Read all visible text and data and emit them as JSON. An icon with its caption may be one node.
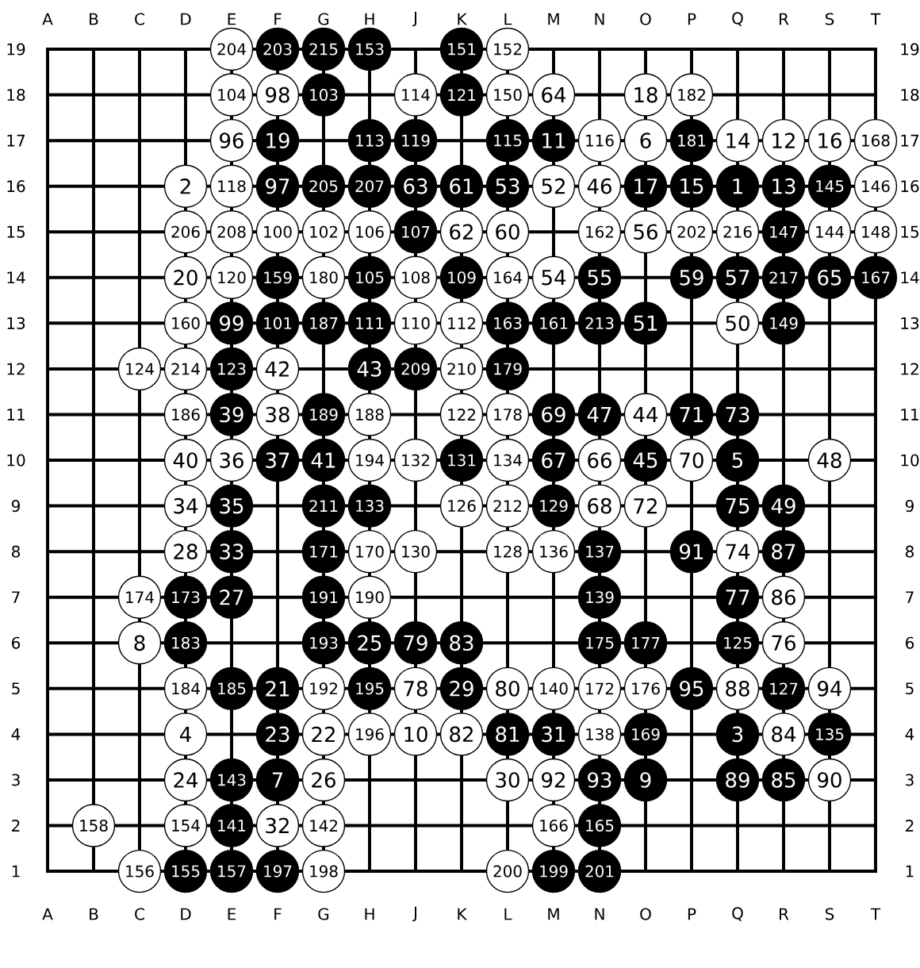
{
  "diagram": {
    "nodes": [
      {
        "text": [
          "204"
        ]
      },
      {
        "text": [
          "203"
        ]
      },
      {
        "text": [
          "215"
        ]
      },
      {
        "text": [
          "153"
        ]
      },
      {
        "text": [
          "151"
        ]
      },
      {
        "text": [
          "152"
        ]
      },
      {
        "text": [
          "104"
        ]
      },
      {
        "text": [
          "98"
        ]
      },
      {
        "text": [
          "103"
        ]
      },
      {
        "text": [
          "114"
        ]
      },
      {
        "text": [
          "121"
        ]
      },
      {
        "text": [
          "150"
        ]
      },
      {
        "text": [
          "64"
        ]
      },
      {
        "text": [
          "18"
        ]
      },
      {
        "text": [
          "182"
        ]
      },
      {
        "text": [
          "96"
        ]
      },
      {
        "text": [
          "19"
        ]
      },
      {
        "text": [
          "113"
        ]
      },
      {
        "text": [
          "119"
        ]
      },
      {
        "text": [
          "115"
        ]
      },
      {
        "text": [
          "11"
        ]
      },
      {
        "text": [
          "116"
        ]
      },
      {
        "text": [
          "6"
        ]
      },
      {
        "text": [
          "181"
        ]
      },
      {
        "text": [
          "14"
        ]
      },
      {
        "text": [
          "12"
        ]
      },
      {
        "text": [
          "16"
        ]
      },
      {
        "text": [
          "168"
        ]
      },
      {
        "text": [
          "2"
        ]
      },
      {
        "text": [
          "118"
        ]
      },
      {
        "text": [
          "97"
        ]
      },
      {
        "text": [
          "205"
        ]
      },
      {
        "text": [
          "207"
        ]
      },
      {
        "text": [
          "63"
        ]
      },
      {
        "text": [
          "61"
        ]
      },
      {
        "text": [
          "53"
        ]
      },
      {
        "text": [
          "52"
        ]
      },
      {
        "text": [
          "46"
        ]
      },
      {
        "text": [
          "17"
        ]
      },
      {
        "text": [
          "15"
        ]
      },
      {
        "text": [
          "1"
        ]
      },
      {
        "text": [
          "13"
        ]
      },
      {
        "text": [
          "145"
        ]
      },
      {
        "text": [
          "146"
        ]
      },
      {
        "text": [
          "206"
        ]
      },
      {
        "text": [
          "208"
        ]
      },
      {
        "text": [
          "100"
        ]
      },
      {
        "text": [
          "102"
        ]
      },
      {
        "text": [
          "106"
        ]
      },
      {
        "text": [
          "107"
        ]
      },
      {
        "text": [
          "62"
        ]
      },
      {
        "text": [
          "60"
        ]
      },
      {
        "text": [
          "162"
        ]
      },
      {
        "text": [
          "56"
        ]
      },
      {
        "text": [
          "202"
        ]
      },
      {
        "text": [
          "216"
        ]
      },
      {
        "text": [
          "147"
        ]
      },
      {
        "text": [
          "144"
        ]
      },
      {
        "text": [
          "148"
        ]
      },
      {
        "text": [
          "20"
        ]
      },
      {
        "text": [
          "120"
        ]
      },
      {
        "text": [
          "159"
        ]
      },
      {
        "text": [
          "180"
        ]
      },
      {
        "text": [
          "105"
        ]
      },
      {
        "text": [
          "108"
        ]
      },
      {
        "text": [
          "109"
        ]
      },
      {
        "text": [
          "164"
        ]
      },
      {
        "text": [
          "54"
        ]
      },
      {
        "text": [
          "55"
        ]
      },
      {
        "text": [
          "59"
        ]
      },
      {
        "text": [
          "57"
        ]
      },
      {
        "text": [
          "217"
        ]
      },
      {
        "text": [
          "65"
        ]
      },
      {
        "text": [
          "167"
        ]
      },
      {
        "text": [
          "160"
        ]
      },
      {
        "text": [
          "99"
        ]
      },
      {
        "text": [
          "101"
        ]
      },
      {
        "text": [
          "187"
        ]
      },
      {
        "text": [
          "111"
        ]
      },
      {
        "text": [
          "110"
        ]
      },
      {
        "text": [
          "112"
        ]
      },
      {
        "text": [
          "163"
        ]
      },
      {
        "text": [
          "161"
        ]
      },
      {
        "text": [
          "213"
        ]
      },
      {
        "text": [
          "51"
        ]
      },
      {
        "text": [
          "50"
        ]
      },
      {
        "text": [
          "149"
        ]
      },
      {
        "text": [
          "124"
        ]
      },
      {
        "text": [
          "214"
        ]
      },
      {
        "text": [
          "123"
        ]
      },
      {
        "text": [
          "42"
        ]
      },
      {
        "text": [
          "43"
        ]
      },
      {
        "text": [
          "209"
        ]
      },
      {
        "text": [
          "210"
        ]
      },
      {
        "text": [
          "179"
        ]
      },
      {
        "text": [
          "186"
        ]
      },
      {
        "text": [
          "39"
        ]
      },
      {
        "text": [
          "38"
        ]
      },
      {
        "text": [
          "189"
        ]
      },
      {
        "text": [
          "188"
        ]
      },
      {
        "text": [
          "122"
        ]
      },
      {
        "text": [
          "178"
        ]
      },
      {
        "text": [
          "69"
        ]
      },
      {
        "text": [
          "47"
        ]
      },
      {
        "text": [
          "44"
        ]
      },
      {
        "text": [
          "71"
        ]
      },
      {
        "text": [
          "73"
        ]
      },
      {
        "text": [
          "40"
        ]
      },
      {
        "text": [
          "36"
        ]
      },
      {
        "text": [
          "37"
        ]
      },
      {
        "text": [
          "41"
        ]
      },
      {
        "text": [
          "194"
        ]
      },
      {
        "text": [
          "132"
        ]
      },
      {
        "text": [
          "131"
        ]
      },
      {
        "text": [
          "134"
        ]
      },
      {
        "text": [
          "67"
        ]
      },
      {
        "text": [
          "66"
        ]
      },
      {
        "text": [
          "45"
        ]
      },
      {
        "text": [
          "70"
        ]
      },
      {
        "text": [
          "5"
        ]
      },
      {
        "text": [
          "48"
        ]
      },
      {
        "text": [
          "34"
        ]
      },
      {
        "text": [
          "35"
        ]
      },
      {
        "text": [
          "211"
        ]
      },
      {
        "text": [
          "133"
        ]
      },
      {
        "text": [
          "126"
        ]
      },
      {
        "text": [
          "212"
        ]
      },
      {
        "text": [
          "129"
        ]
      },
      {
        "text": [
          "68"
        ]
      },
      {
        "text": [
          "72"
        ]
      },
      {
        "text": [
          "75"
        ]
      },
      {
        "text": [
          "49"
        ]
      },
      {
        "text": [
          "28"
        ]
      },
      {
        "text": [
          "33"
        ]
      },
      {
        "text": [
          "171"
        ]
      },
      {
        "text": [
          "170"
        ]
      },
      {
        "text": [
          "130"
        ]
      },
      {
        "text": [
          "128"
        ]
      },
      {
        "text": [
          "136"
        ]
      },
      {
        "text": [
          "137"
        ]
      },
      {
        "text": [
          "91"
        ]
      },
      {
        "text": [
          "74"
        ]
      },
      {
        "text": [
          "87"
        ]
      },
      {
        "text": [
          "174"
        ]
      },
      {
        "text": [
          "173"
        ]
      },
      {
        "text": [
          "27"
        ]
      },
      {
        "text": [
          "191"
        ]
      },
      {
        "text": [
          "190"
        ]
      },
      {
        "text": [
          "139"
        ]
      },
      {
        "text": [
          "77"
        ]
      },
      {
        "text": [
          "86"
        ]
      },
      {
        "text": [
          "8"
        ]
      },
      {
        "text": [
          "183"
        ]
      },
      {
        "text": [
          "193"
        ]
      },
      {
        "text": [
          "25"
        ]
      },
      {
        "text": [
          "79"
        ]
      },
      {
        "text": [
          "83"
        ]
      },
      {
        "text": [
          "175"
        ]
      },
      {
        "text": [
          "177"
        ]
      },
      {
        "text": [
          "125"
        ]
      },
      {
        "text": [
          "76"
        ]
      },
      {
        "text": [
          "184"
        ]
      },
      {
        "text": [
          "185"
        ]
      },
      {
        "text": [
          "21"
        ]
      },
      {
        "text": [
          "192"
        ]
      },
      {
        "text": [
          "195"
        ]
      },
      {
        "text": [
          "78"
        ]
      },
      {
        "text": [
          "29"
        ]
      },
      {
        "text": [
          "80"
        ]
      },
      {
        "text": [
          "140"
        ]
      },
      {
        "text": [
          "172"
        ]
      },
      {
        "text": [
          "176"
        ]
      },
      {
        "text": [
          "95"
        ]
      },
      {
        "text": [
          "88"
        ]
      },
      {
        "text": [
          "127"
        ]
      },
      {
        "text": [
          "94"
        ]
      },
      {
        "text": [
          "4"
        ]
      },
      {
        "text": [
          "23"
        ]
      },
      {
        "text": [
          "22"
        ]
      },
      {
        "text": [
          "196"
        ]
      },
      {
        "text": [
          "10"
        ]
      },
      {
        "text": [
          "82"
        ]
      },
      {
        "text": [
          "81"
        ]
      },
      {
        "text": [
          "31"
        ]
      },
      {
        "text": [
          "138"
        ]
      },
      {
        "text": [
          "169"
        ]
      },
      {
        "text": [
          "3"
        ]
      },
      {
        "text": [
          "84"
        ]
      },
      {
        "text": [
          "135"
        ]
      },
      {
        "text": [
          "24"
        ]
      },
      {
        "text": [
          "143"
        ]
      },
      {
        "text": [
          "7"
        ]
      },
      {
        "text": [
          "26"
        ]
      },
      {
        "text": [
          "30"
        ]
      },
      {
        "text": [
          "92"
        ]
      },
      {
        "text": [
          "93"
        ]
      },
      {
        "text": [
          "9"
        ]
      },
      {
        "text": [
          "89"
        ]
      },
      {
        "text": [
          "85"
        ]
      },
      {
        "text": [
          "90"
        ]
      },
      {
        "text": [
          "158"
        ]
      },
      {
        "text": [
          "154"
        ]
      },
      {
        "text": [
          "141"
        ]
      },
      {
        "text": [
          "32"
        ]
      },
      {
        "text": [
          "142"
        ]
      },
      {
        "text": [
          "166"
        ]
      },
      {
        "text": [
          "165"
        ]
      },
      {
        "text": [
          "156"
        ]
      },
      {
        "text": [
          "155"
        ]
      },
      {
        "text": [
          "157"
        ]
      },
      {
        "text": [
          "197"
        ]
      },
      {
        "text": [
          "198"
        ]
      },
      {
        "text": [
          "200"
        ]
      },
      {
        "text": [
          "199"
        ]
      },
      {
        "text": [
          "201"
        ]
      }
    ],
    "labels": [
      "A",
      "B",
      "C",
      "D",
      "E",
      "F",
      "G",
      "H",
      "J",
      "K",
      "L",
      "M",
      "N",
      "O",
      "P",
      "Q",
      "R",
      "S",
      "T",
      "19",
      "19",
      "18",
      "18",
      "17",
      "17",
      "16",
      "16",
      "15",
      "15",
      "14",
      "14",
      "13",
      "13",
      "12",
      "12",
      "11",
      "11",
      "10",
      "10",
      "9",
      "9",
      "8",
      "8",
      "7",
      "7",
      "6",
      "6",
      "5",
      "5",
      "4",
      "4",
      "3",
      "3",
      "2",
      "2",
      "1",
      "1",
      "A",
      "B",
      "C",
      "D",
      "E",
      "F",
      "G",
      "H",
      "J",
      "K",
      "L",
      "M",
      "N",
      "O",
      "P",
      "Q",
      "R",
      "S",
      "T"
    ]
  }
}
